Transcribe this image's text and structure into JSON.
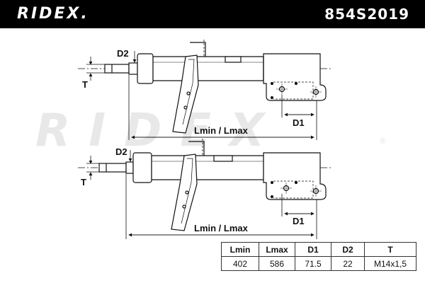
{
  "header": {
    "brand": "RIDEX.",
    "part_number": "854S2019"
  },
  "watermark": {
    "text": "RIDEX",
    "registered_mark": "®"
  },
  "diagram_top": {
    "label_d2": "D2",
    "label_t": "T",
    "label_d1": "D1",
    "label_length": "Lmin / Lmax"
  },
  "diagram_bottom": {
    "label_d2": "D2",
    "label_t": "T",
    "label_d1": "D1",
    "label_length": "Lmin / Lmax"
  },
  "spec_table": {
    "headers": [
      "Lmin",
      "Lmax",
      "D1",
      "D2",
      "T"
    ],
    "values": [
      "402",
      "586",
      "71.5",
      "22",
      "M14x1,5"
    ]
  }
}
